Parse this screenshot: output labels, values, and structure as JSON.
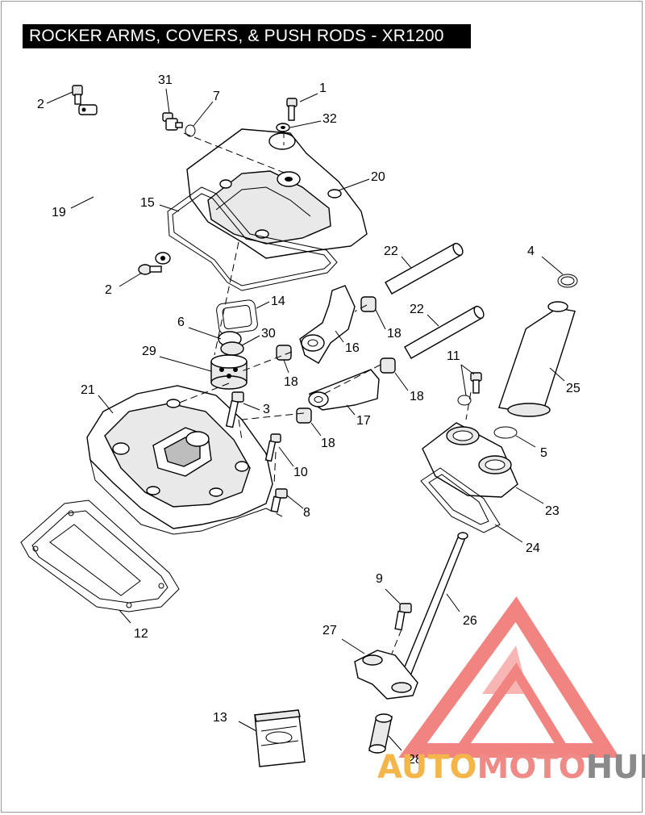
{
  "title": "ROCKER ARMS, COVERS, & PUSH RODS - XR1200",
  "watermark": {
    "part1": "AUTO",
    "part2": "MOTO",
    "part3": "HUB"
  },
  "footer_ref": "",
  "callouts": {
    "c1": "1",
    "c2a": "2",
    "c2b": "2",
    "c3": "3",
    "c4": "4",
    "c5": "5",
    "c6": "6",
    "c7": "7",
    "c8": "8",
    "c9": "9",
    "c10": "10",
    "c11": "11",
    "c12": "12",
    "c13": "13",
    "c14": "14",
    "c15": "15",
    "c16": "16",
    "c17": "17",
    "c18a": "18",
    "c18b": "18",
    "c18c": "18",
    "c18d": "18",
    "c19": "19",
    "c20": "20",
    "c21": "21",
    "c22a": "22",
    "c22b": "22",
    "c23": "23",
    "c24": "24",
    "c25": "25",
    "c26": "26",
    "c27": "27",
    "c28": "28",
    "c29": "29",
    "c30": "30",
    "c31": "31",
    "c32": "32"
  },
  "colors": {
    "watermark_orange": "#f4b64a",
    "watermark_red": "#ef8a86",
    "watermark_gray": "#8a8a8a"
  }
}
